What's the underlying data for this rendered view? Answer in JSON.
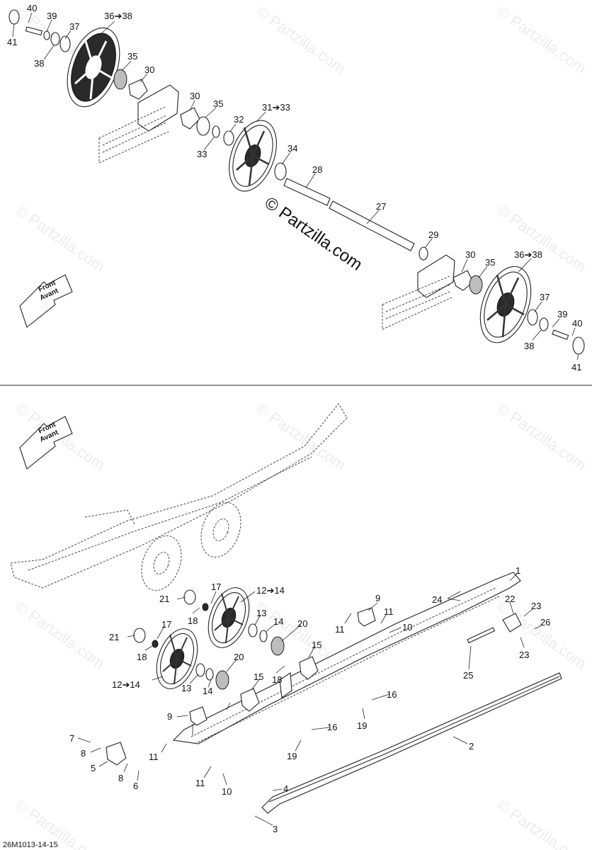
{
  "watermark": "© Partzilla.com",
  "reference_code": "26M1013-14-15",
  "front_arrow": {
    "line1": "Front",
    "line2": "Avant"
  },
  "callouts_top": [
    {
      "label": "40"
    },
    {
      "label": "39"
    },
    {
      "label": "36➔38"
    },
    {
      "label": "37"
    },
    {
      "label": "41"
    },
    {
      "label": "38"
    },
    {
      "label": "35"
    },
    {
      "label": "30"
    },
    {
      "label": "30"
    },
    {
      "label": "35"
    },
    {
      "label": "31➔33"
    },
    {
      "label": "32"
    },
    {
      "label": "33"
    },
    {
      "label": "34"
    },
    {
      "label": "28"
    },
    {
      "label": "27"
    },
    {
      "label": "29"
    },
    {
      "label": "30"
    },
    {
      "label": "35"
    },
    {
      "label": "36➔38"
    },
    {
      "label": "37"
    },
    {
      "label": "39"
    },
    {
      "label": "40"
    },
    {
      "label": "38"
    },
    {
      "label": "41"
    }
  ],
  "callouts_bottom": [
    {
      "label": "1"
    },
    {
      "label": "24"
    },
    {
      "label": "22"
    },
    {
      "label": "23"
    },
    {
      "label": "26"
    },
    {
      "label": "23"
    },
    {
      "label": "25"
    },
    {
      "label": "9"
    },
    {
      "label": "11"
    },
    {
      "label": "11"
    },
    {
      "label": "10"
    },
    {
      "label": "17"
    },
    {
      "label": "12➔14"
    },
    {
      "label": "21"
    },
    {
      "label": "18"
    },
    {
      "label": "13"
    },
    {
      "label": "14"
    },
    {
      "label": "20"
    },
    {
      "label": "15"
    },
    {
      "label": "21"
    },
    {
      "label": "17"
    },
    {
      "label": "18"
    },
    {
      "label": "20"
    },
    {
      "label": "12➔14"
    },
    {
      "label": "13"
    },
    {
      "label": "14"
    },
    {
      "label": "15"
    },
    {
      "label": "18"
    },
    {
      "label": "16"
    },
    {
      "label": "19"
    },
    {
      "label": "16"
    },
    {
      "label": "19"
    },
    {
      "label": "9"
    },
    {
      "label": "11"
    },
    {
      "label": "7"
    },
    {
      "label": "8"
    },
    {
      "label": "5"
    },
    {
      "label": "8"
    },
    {
      "label": "6"
    },
    {
      "label": "11"
    },
    {
      "label": "10"
    },
    {
      "label": "2"
    },
    {
      "label": "4"
    },
    {
      "label": "3"
    }
  ]
}
